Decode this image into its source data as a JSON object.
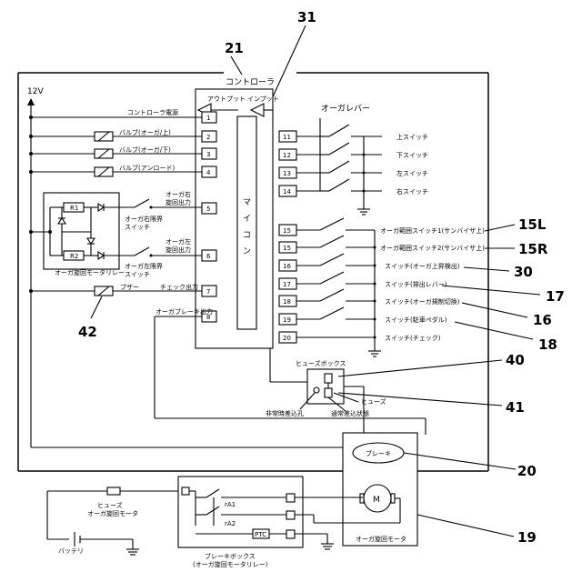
{
  "ref_numbers": {
    "r31": "31",
    "r21": "21",
    "r42": "42",
    "r15L": "15L",
    "r15R": "15R",
    "r30": "30",
    "r17": "17",
    "r16": "16",
    "r18": "18",
    "r40": "40",
    "r41": "41",
    "r20": "20",
    "r19": "19"
  },
  "controller": {
    "title": "コントローラ",
    "output_label": "アウトプット",
    "input_label": "インプット",
    "micon": [
      "マ",
      "イ",
      "コ",
      "ン"
    ]
  },
  "power": {
    "label": "12V"
  },
  "left_outputs": {
    "controller_power": "コントローラ電源",
    "valve_auger_up": "バルブ(オーガ/上)",
    "valve_auger_down": "バルブ(オーガ/下)",
    "valve_unload": "バルブ(アンロード)",
    "right_turn_out": [
      "オーガ右",
      "旋回出力"
    ],
    "left_turn_out": [
      "オーガ左",
      "旋回出力"
    ],
    "right_limit_sw": [
      "オーガ右限界",
      "スイッチ"
    ],
    "left_limit_sw": [
      "オーガ左限界",
      "スイッチ"
    ],
    "relay_box_label": "オーガ旋回モータリレー",
    "relay_r1": "R1",
    "relay_r2": "R2",
    "buzzer": "ブザー",
    "check_out": "チェック出力",
    "brake_out": "オーガブレーキ出力"
  },
  "pins_left": [
    "1",
    "2",
    "3",
    "4",
    "5",
    "6",
    "7",
    "8"
  ],
  "pins_right": [
    "11",
    "12",
    "13",
    "14",
    "15",
    "15",
    "16",
    "17",
    "18",
    "19",
    "20"
  ],
  "lever": {
    "title": "オーガレバー",
    "switches": [
      "上スイッチ",
      "下スイッチ",
      "左スイッチ",
      "右スイッチ"
    ]
  },
  "right_switches": [
    "オーガ範囲スイッチ1(サンバイザ上)",
    "オーガ範囲スイッチ2(サンバイザ上)",
    "スイッチ(オーガ上昇検出)",
    "スイッチ(排出レバー)",
    "スイッチ(オーガ規制切換)",
    "スイッチ(駐車ペダル)",
    "スイッチ(チェック)"
  ],
  "fuse_box": {
    "title": "ヒューズボックス",
    "fuse": "ヒューズ",
    "emergency": "非常時差込孔",
    "normal": "通常差込状態"
  },
  "motor_unit": {
    "brake": "ブレーキ",
    "motor": "M",
    "label": "オーガ旋回モータ"
  },
  "bottom": {
    "fuse_label": [
      "ヒューズ",
      "オーガ旋回モータ"
    ],
    "battery": "バッテリ",
    "rA1": "rA1",
    "rA2": "rA2",
    "ptc": "PTC",
    "relay_box_label": [
      "ブレーキボックス",
      "(オーガ旋回モータリレー)"
    ]
  }
}
